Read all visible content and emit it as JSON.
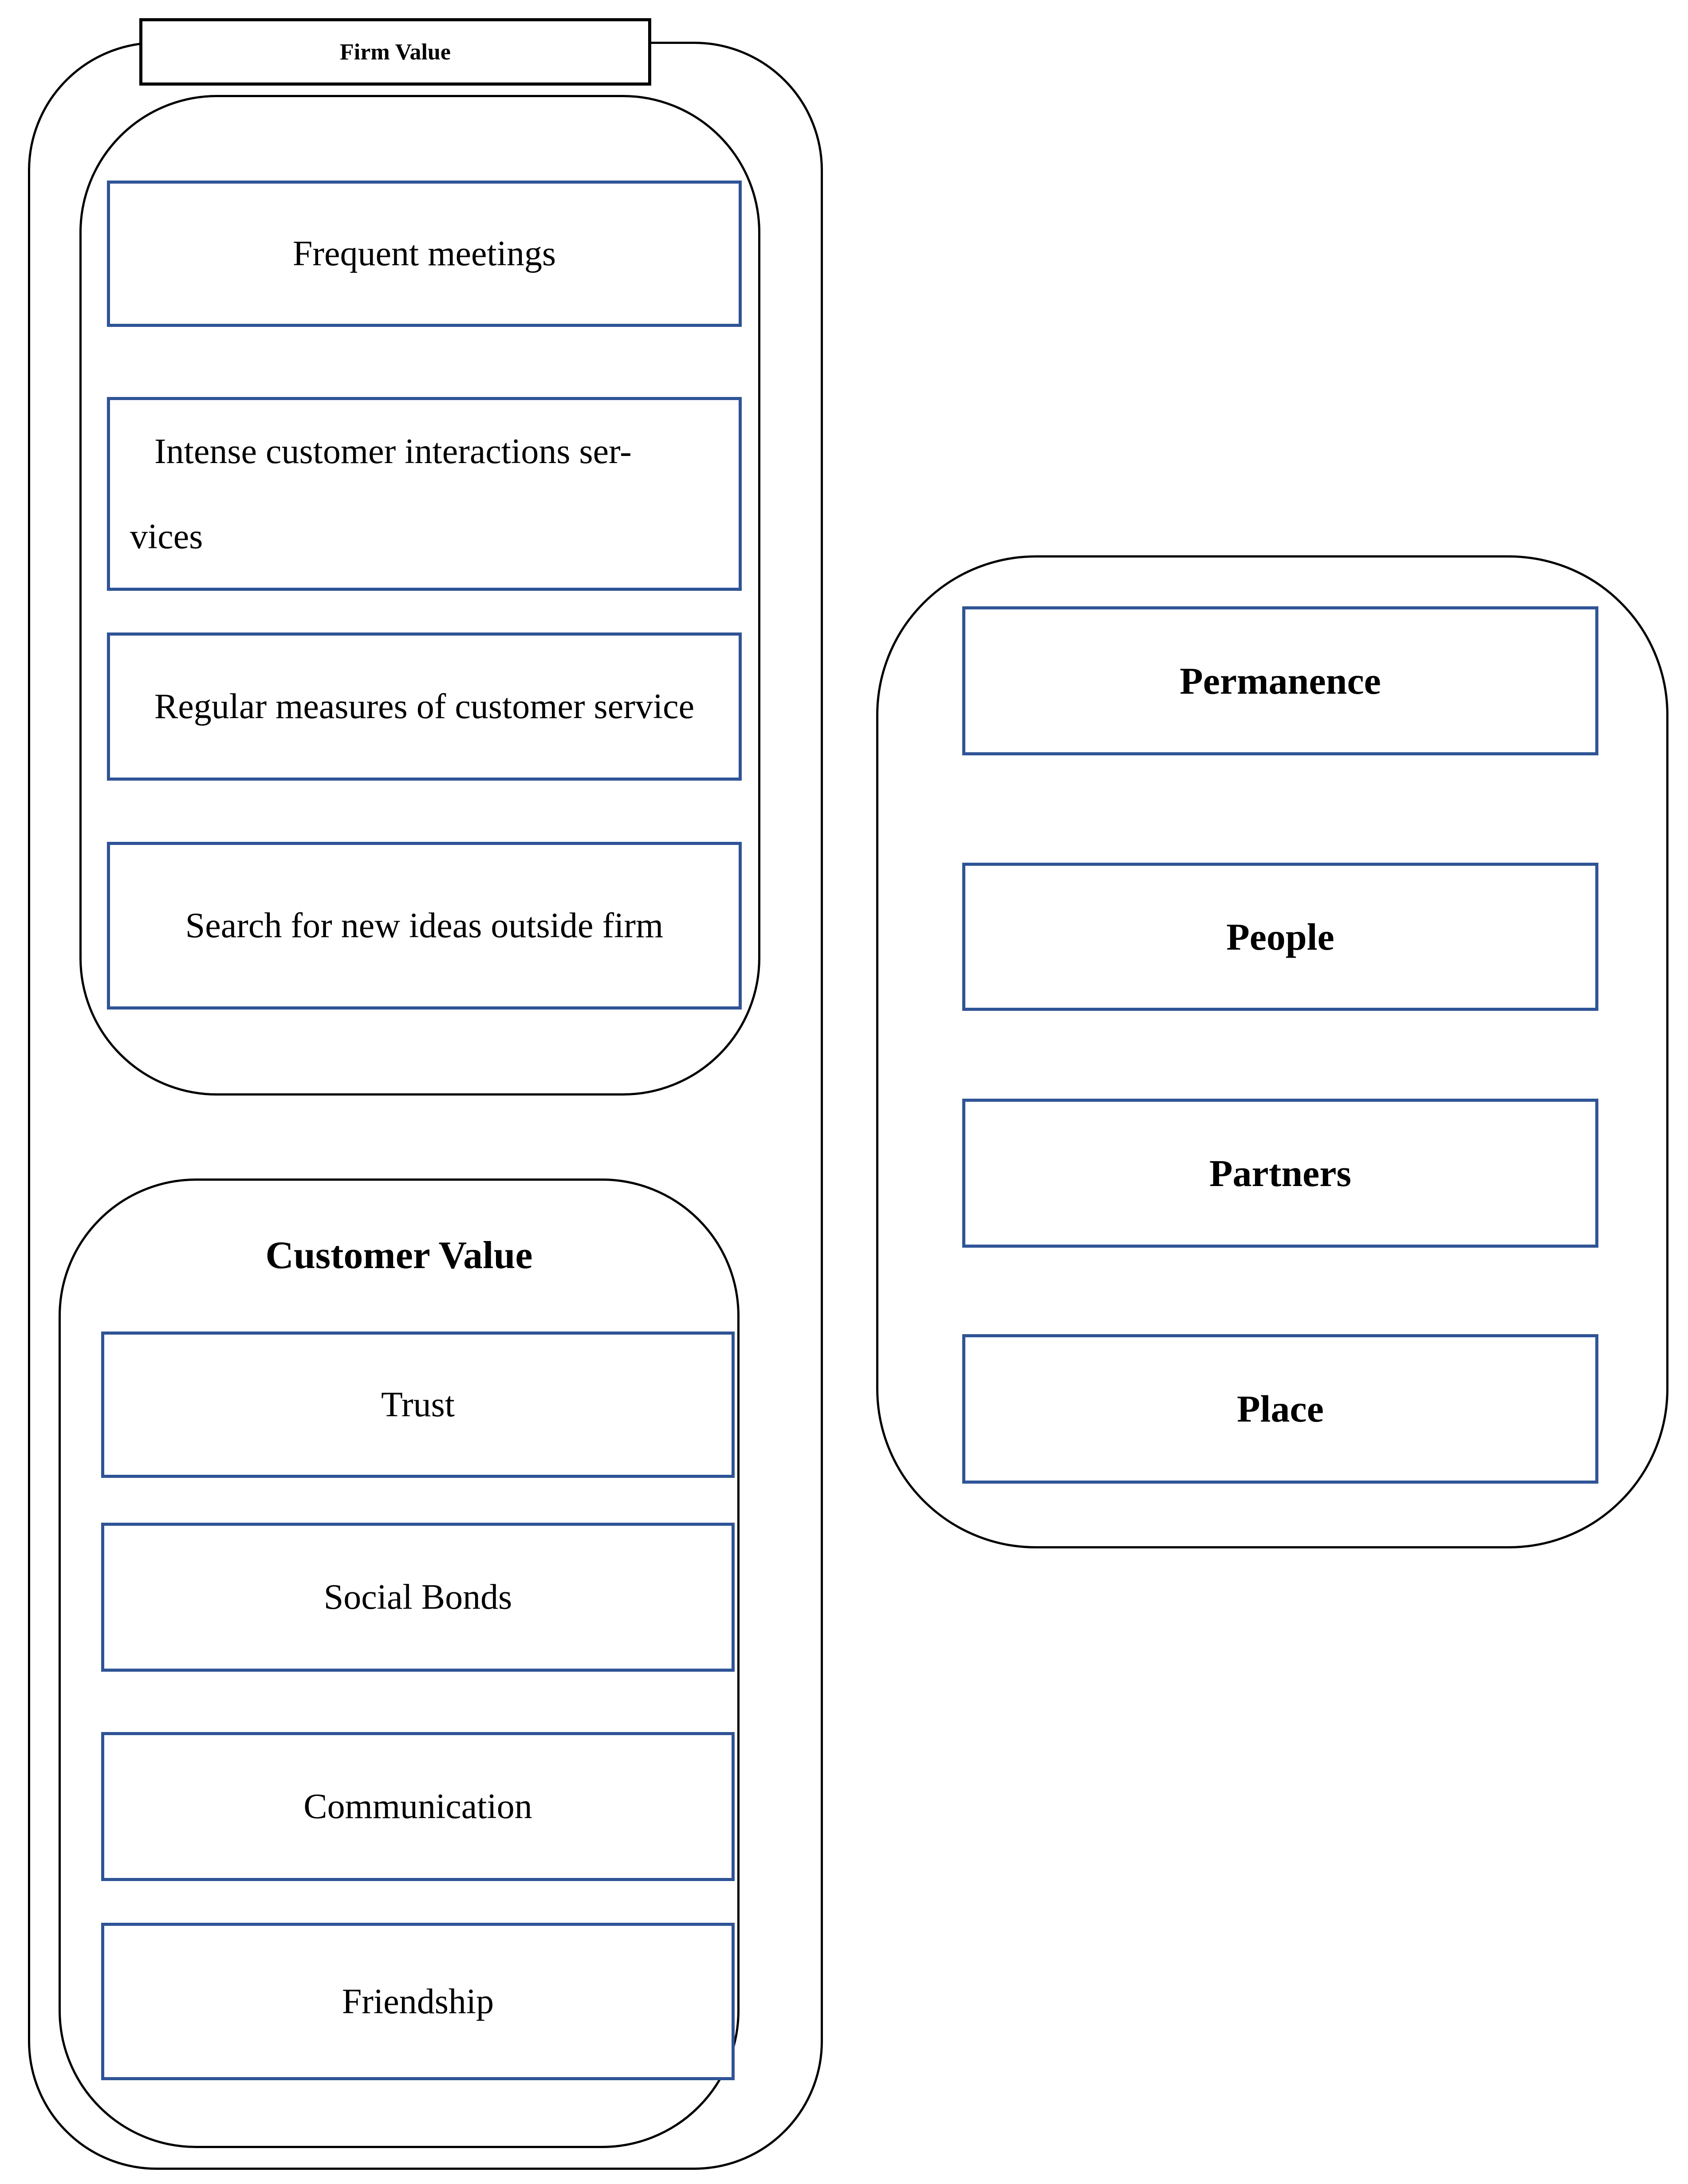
{
  "colors": {
    "box_border": "#2F5496",
    "outline": "#000000",
    "background": "#FFFFFF",
    "text": "#000000"
  },
  "firm_value_group": {
    "label": "Firm Value",
    "items": [
      {
        "label": "Frequent meetings"
      },
      {
        "line1": "Intense customer interactions ser-",
        "line2": "vices"
      },
      {
        "label": "Regular measures of customer service"
      },
      {
        "label": "Search for new ideas outside firm"
      }
    ]
  },
  "customer_value_group": {
    "label": "Customer Value",
    "items": [
      {
        "label": "Trust"
      },
      {
        "label": "Social Bonds"
      },
      {
        "label": "Communication"
      },
      {
        "label": "Friendship"
      }
    ]
  },
  "right_group": {
    "items": [
      {
        "label": "Permanence"
      },
      {
        "label": "People"
      },
      {
        "label": "Partners"
      },
      {
        "label": "Place"
      }
    ]
  }
}
